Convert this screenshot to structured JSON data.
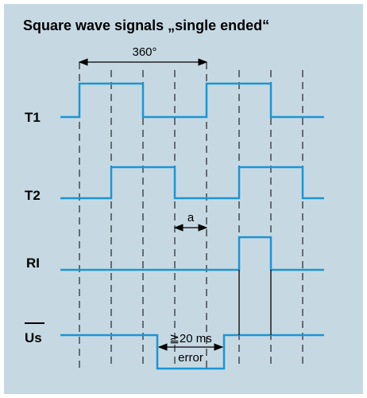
{
  "diagram": {
    "title": "Square wave signals „single ended“",
    "period_label": "360°",
    "phase_label": "a",
    "error_min_label": "≧20 ms",
    "error_label": "error",
    "signals": [
      {
        "id": "t1",
        "label": "T1"
      },
      {
        "id": "t2",
        "label": "T2"
      },
      {
        "id": "ri",
        "label": "RI"
      },
      {
        "id": "us",
        "label": "Us"
      }
    ],
    "colors": {
      "background": "#c6d9e3",
      "signal": "#1c95d4",
      "line": "#000000"
    }
  }
}
